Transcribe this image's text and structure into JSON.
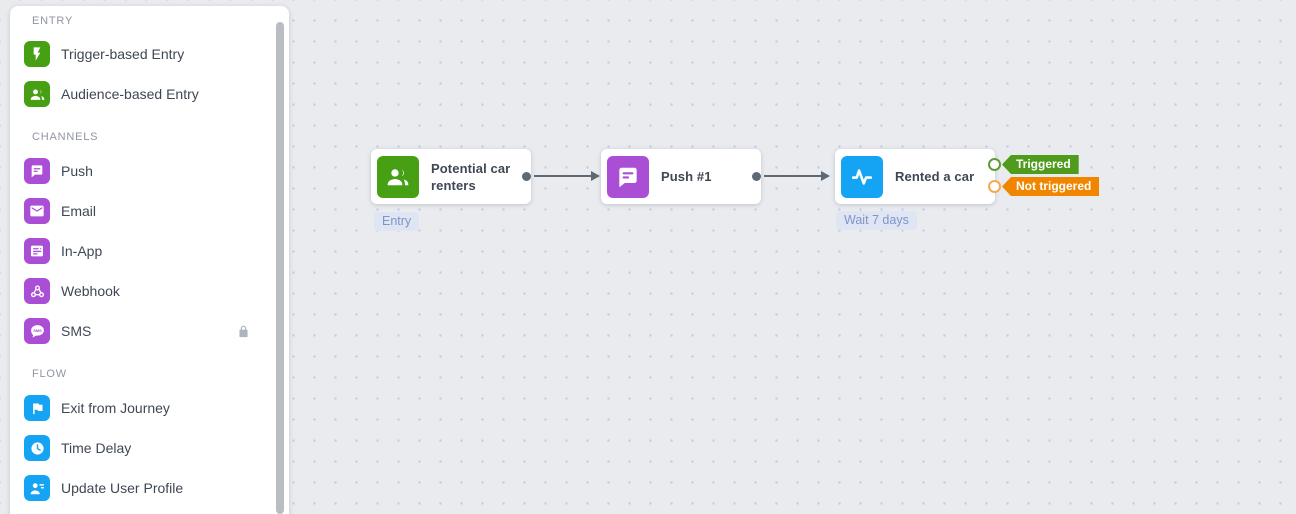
{
  "colors": {
    "entry_green": "#47a014",
    "channel_purple": "#ab4ed6",
    "flow_blue": "#15a4f4",
    "triggered_green": "#4f9b1c",
    "not_triggered_orange": "#f08600",
    "canvas_background": "#e9ebef",
    "node_text": "#3f4754",
    "footnote_background": "#dfe5f2",
    "footnote_text": "#7d95c9"
  },
  "sidebar": {
    "sections": [
      {
        "header": "ENTRY",
        "items": [
          {
            "label": "Trigger-based Entry",
            "icon": "lightning-icon"
          },
          {
            "label": "Audience-based Entry",
            "icon": "audience-icon"
          }
        ]
      },
      {
        "header": "CHANNELS",
        "items": [
          {
            "label": "Push",
            "icon": "push-icon"
          },
          {
            "label": "Email",
            "icon": "email-icon"
          },
          {
            "label": "In-App",
            "icon": "inapp-icon"
          },
          {
            "label": "Webhook",
            "icon": "webhook-icon"
          },
          {
            "label": "SMS",
            "icon": "sms-icon",
            "locked": true
          }
        ]
      },
      {
        "header": "FLOW",
        "items": [
          {
            "label": "Exit from Journey",
            "icon": "flag-icon"
          },
          {
            "label": "Time Delay",
            "icon": "clock-icon"
          },
          {
            "label": "Update User Profile",
            "icon": "user-edit-icon"
          }
        ]
      }
    ]
  },
  "canvas": {
    "nodes": [
      {
        "title": "Potential car renters",
        "footnote": "Entry",
        "icon": "audience-icon"
      },
      {
        "title": "Push #1",
        "icon": "push-icon"
      },
      {
        "title": "Rented a car",
        "footnote": "Wait 7 days",
        "icon": "pulse-icon",
        "outputs": [
          {
            "label": "Triggered"
          },
          {
            "label": "Not triggered"
          }
        ]
      }
    ]
  }
}
